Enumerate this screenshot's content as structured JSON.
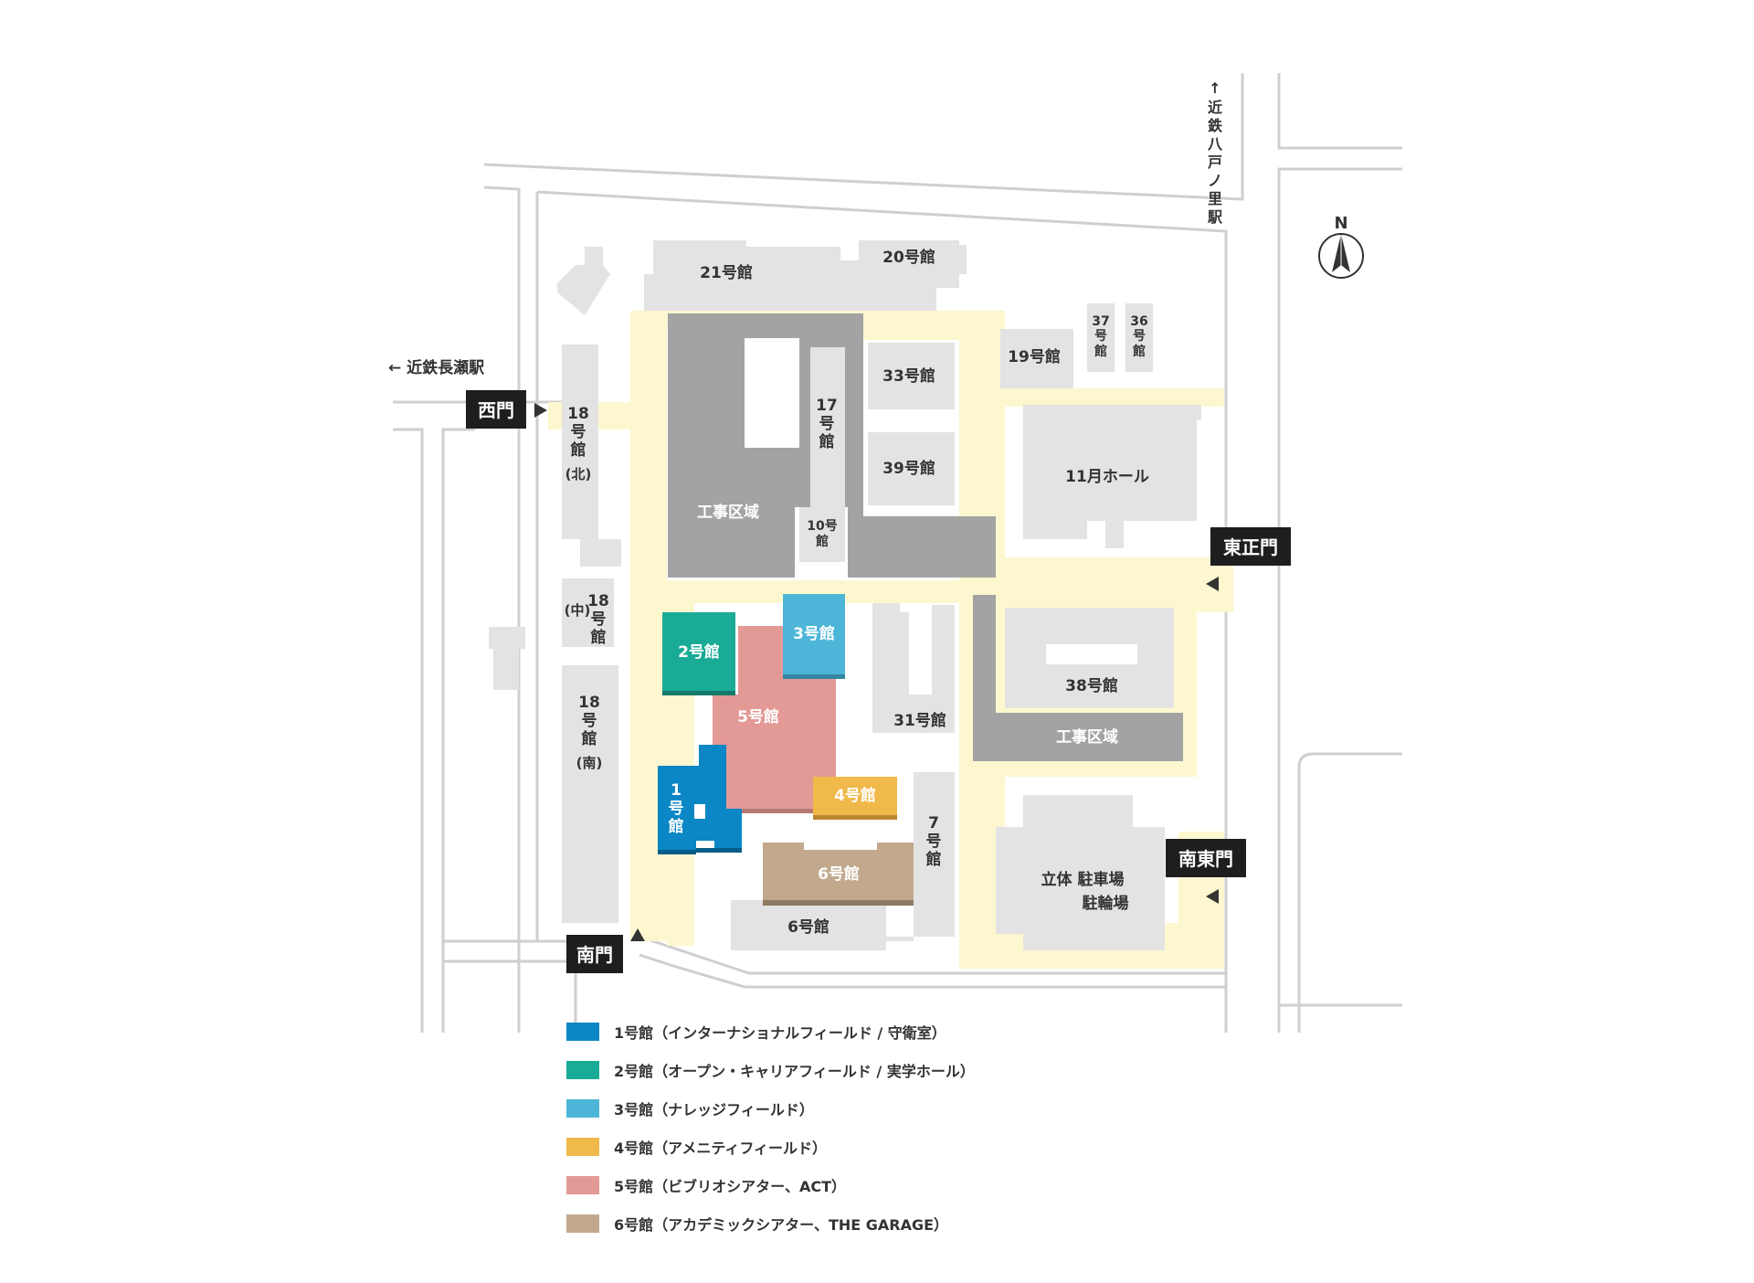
{
  "compass": {
    "label": "N"
  },
  "stations": {
    "west": "← 近鉄長瀬駅",
    "north": [
      "↑",
      "近",
      "鉄",
      "八",
      "戸",
      "ノ",
      "里",
      "駅"
    ]
  },
  "gates": {
    "west": "西門",
    "south": "南門",
    "east_main": "東正門",
    "south_east": "南東門"
  },
  "buildings": {
    "b21": "21号館",
    "b20": "20号館",
    "b33": "33号館",
    "b39": "39号館",
    "b19": "19号館",
    "b37": [
      "37",
      "号",
      "館"
    ],
    "b36": [
      "36",
      "号",
      "館"
    ],
    "b11": "11月ホール",
    "b17": [
      "17",
      "号",
      "館"
    ],
    "b10": [
      "10号",
      "館"
    ],
    "construction_1": "工事区域",
    "construction_2": "工事区域",
    "b18n": [
      "18",
      "号",
      "館",
      "(北)"
    ],
    "b18c": [
      "18",
      "号",
      "館",
      "(中)"
    ],
    "b18s": [
      "18",
      "号",
      "館",
      "(南)"
    ],
    "b2": "2号館",
    "b3": "3号館",
    "b5": "5号館",
    "b1": [
      "1",
      "号",
      "館"
    ],
    "b4": "4号館",
    "b6a": "6号館",
    "b6b": "6号館",
    "b7": [
      "7",
      "号",
      "館"
    ],
    "b31": "31号館",
    "b38": "38号館",
    "parking": [
      "立体 駐車場",
      "駐輪場"
    ]
  },
  "legend": [
    {
      "label": "1号館（インターナショナルフィールド / 守衛室）",
      "color": "#0a87c4"
    },
    {
      "label": "2号館（オープン・キャリアフィールド / 実学ホール）",
      "color": "#1aab96"
    },
    {
      "label": "3号館（ナレッジフィールド）",
      "color": "#4db6d8"
    },
    {
      "label": "4号館（アメニティフィールド）",
      "color": "#f0b94a"
    },
    {
      "label": "5号館（ビブリオシアター、ACT）",
      "color": "#e39a96"
    },
    {
      "label": "6号館（アカデミックシアター、THE GARAGE）",
      "color": "#c2a98d"
    }
  ],
  "colors": {
    "building": "#e3e3e3",
    "construction": "#a3a3a3",
    "path": "#fdf7cf",
    "road": "#cfcfcf",
    "gate": "#1e1e1e"
  }
}
